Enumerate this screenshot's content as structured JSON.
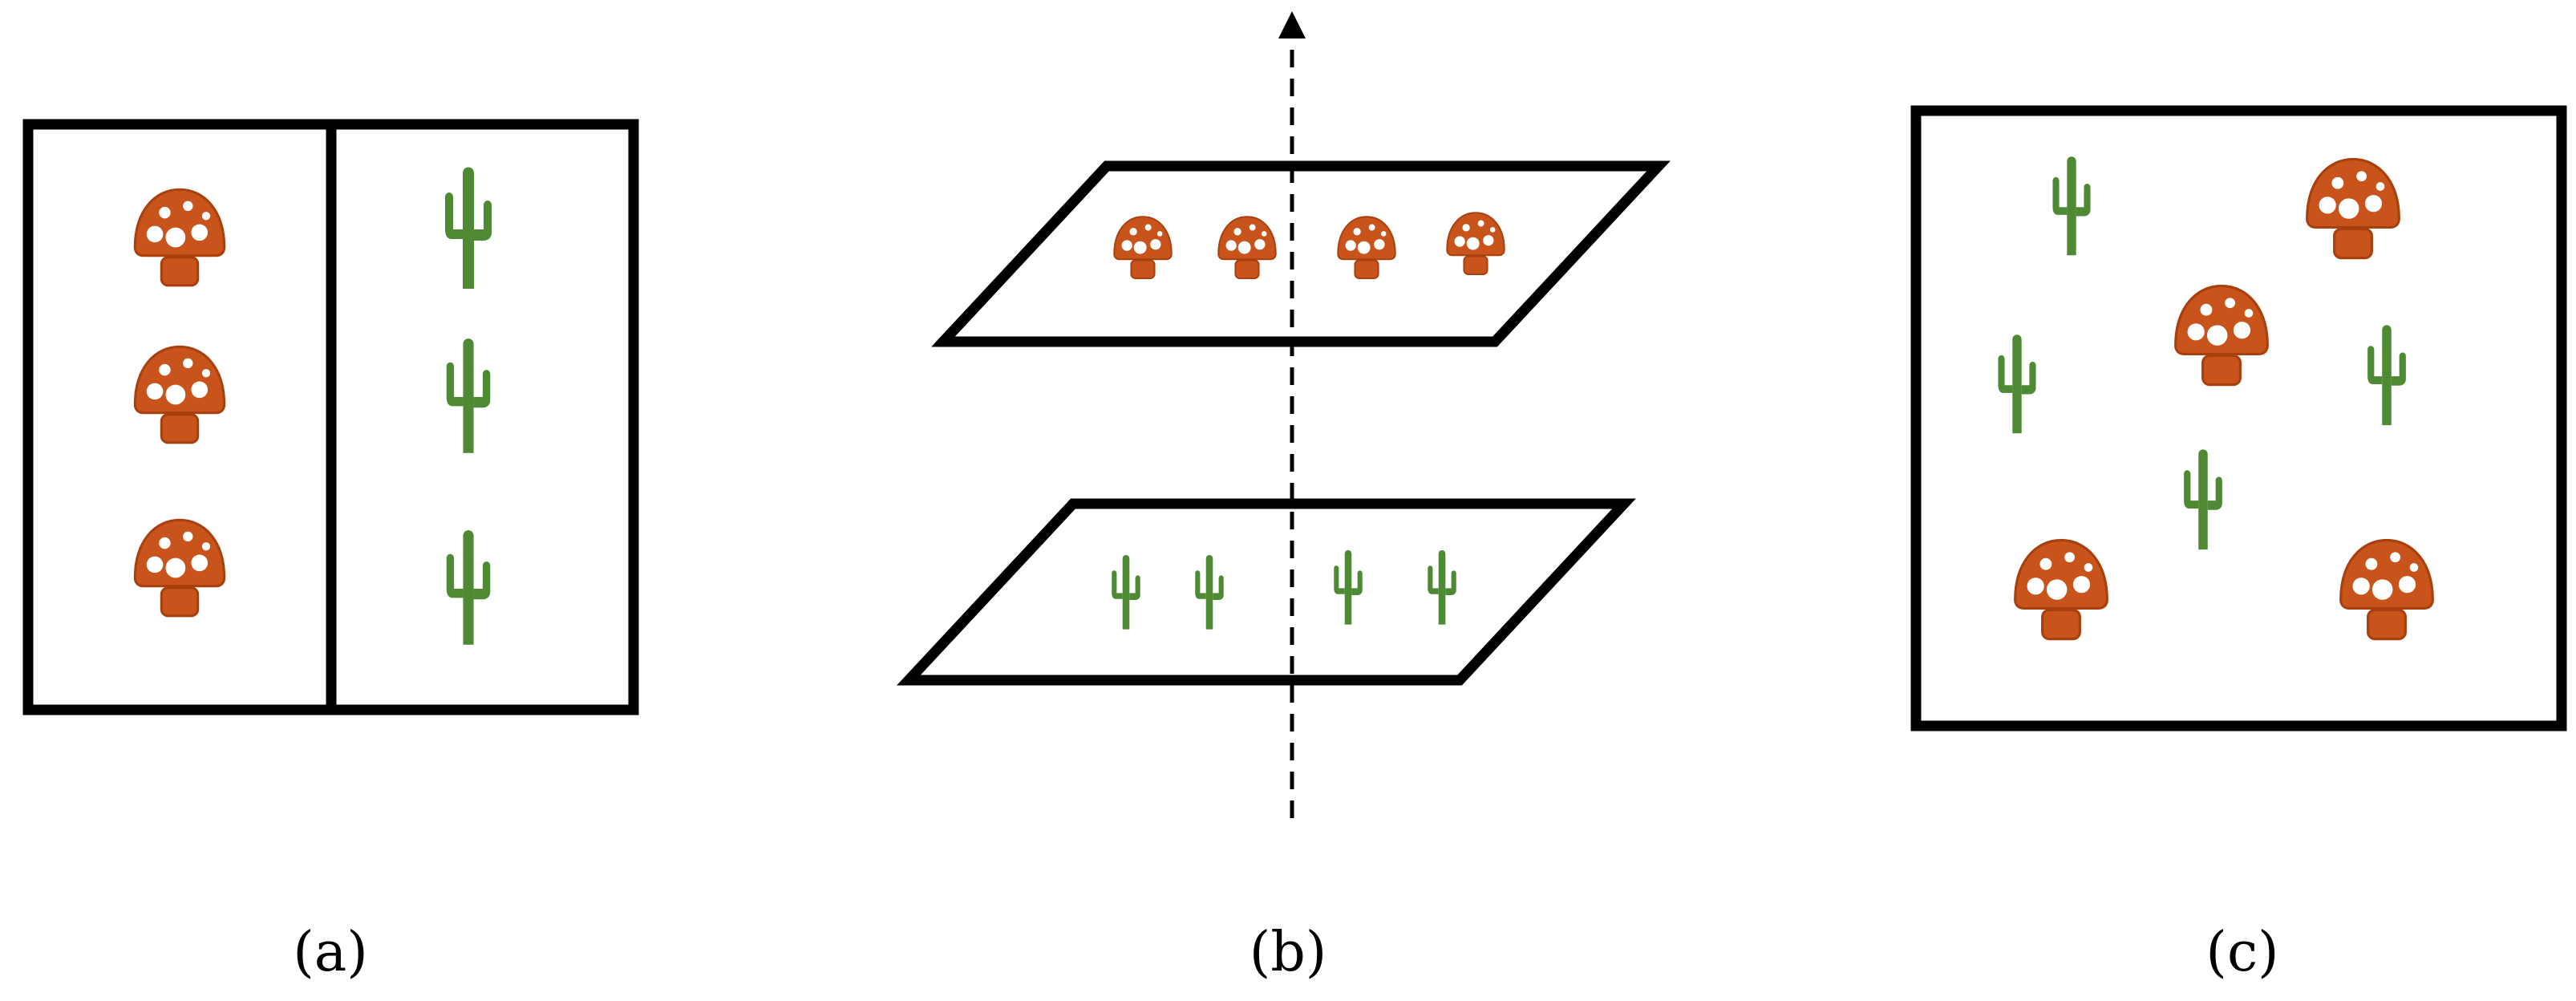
{
  "figure": {
    "panels": [
      {
        "id": "a",
        "caption": "(a)"
      },
      {
        "id": "b",
        "caption": "(b)"
      },
      {
        "id": "c",
        "caption": "(c)"
      }
    ]
  },
  "icons": {
    "mushroom": "mushroom-icon",
    "cactus": "cactus-icon"
  },
  "colors": {
    "mushroom": "#C8541C",
    "mushroom_stroke": "#A8400E",
    "cactus": "#4E8A34",
    "outline": "#000000"
  }
}
